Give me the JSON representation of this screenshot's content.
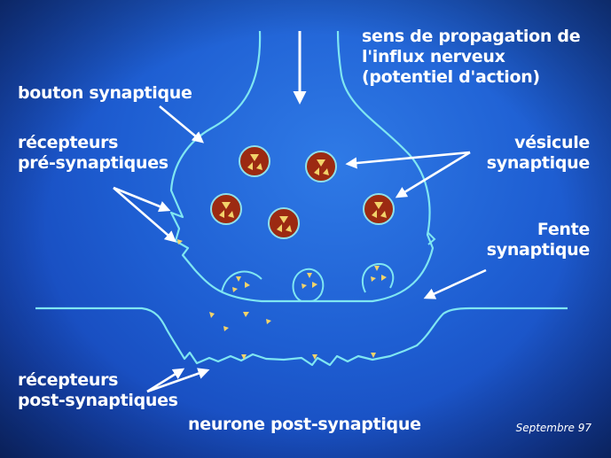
{
  "labels": {
    "propagation": [
      "sens de propagation de",
      "l'influx nerveux",
      "(potentiel d'action)"
    ],
    "bouton": "bouton synaptique",
    "pre_receptors": [
      "récepteurs",
      "pré-synaptiques"
    ],
    "vesicle": [
      "vésicule",
      "synaptique"
    ],
    "cleft": [
      "Fente",
      "synaptique"
    ],
    "post_receptors": [
      "récepteurs",
      "post-synaptiques"
    ],
    "post_neuron": "neurone post-synaptique",
    "date": "Septembre 97"
  },
  "colors": {
    "outline": "#7fe6f2",
    "arrow": "#ffffff",
    "vesicle_fill": "#9c2a12",
    "vesicle_ring": "#8fe0ea",
    "neurotransmitter": "#f2d36a"
  },
  "icons": [
    "propagation-arrow-icon",
    "pointer-arrow-icon",
    "vesicle-icon",
    "neurotransmitter-icon"
  ]
}
